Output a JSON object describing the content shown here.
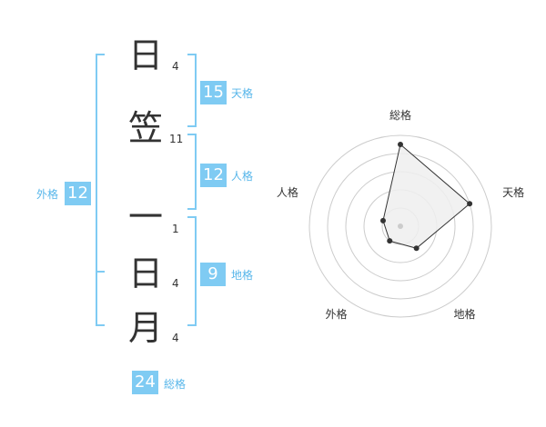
{
  "name": {
    "chars": [
      {
        "char": "日",
        "strokes": "4"
      },
      {
        "char": "笠",
        "strokes": "11"
      },
      {
        "char": "一",
        "strokes": "1"
      },
      {
        "char": "日",
        "strokes": "4"
      },
      {
        "char": "月",
        "strokes": "4"
      }
    ]
  },
  "fortune": {
    "tenkaku": {
      "label": "天格",
      "value": "15"
    },
    "jinkaku": {
      "label": "人格",
      "value": "12"
    },
    "chikaku": {
      "label": "地格",
      "value": "9"
    },
    "gaikaku": {
      "label": "外格",
      "value": "12"
    },
    "soukaku": {
      "label": "総格",
      "value": "24"
    }
  },
  "colors": {
    "accent": "#7fcbf3",
    "accent_text": "#57b6ea",
    "radar_fill": "#eeeeee",
    "radar_ring": "#cccccc",
    "text": "#333333"
  },
  "chart_data": {
    "type": "radar",
    "axes": [
      "総格",
      "天格",
      "地格",
      "外格",
      "人格"
    ],
    "levels": 5,
    "max": 5,
    "values": [
      4.5,
      4,
      1.5,
      1,
      1
    ]
  }
}
